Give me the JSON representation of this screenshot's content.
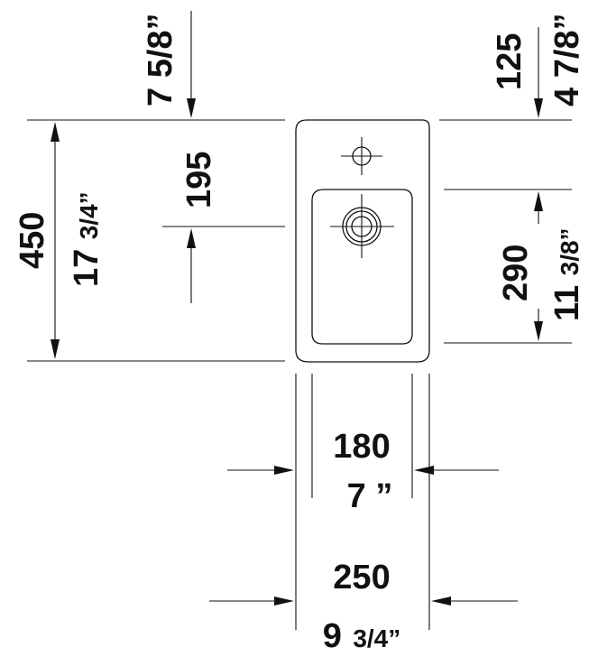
{
  "dimensions": {
    "top_left_inch": "7 5/8”",
    "top_right_mm": "125",
    "top_right_inch": "4 7/8”",
    "tap_offset_mm": "195",
    "height_mm": "450",
    "height_inch_whole": "17",
    "height_inch_frac": "3/4”",
    "bowl_depth_mm": "290",
    "bowl_depth_inch_whole": "11",
    "bowl_depth_inch_frac": "3/8”",
    "bowl_width_mm": "180",
    "bowl_width_inch": "7 ”",
    "total_width_mm": "250",
    "total_width_inch_whole": "9",
    "total_width_inch_frac": "3/4”"
  }
}
